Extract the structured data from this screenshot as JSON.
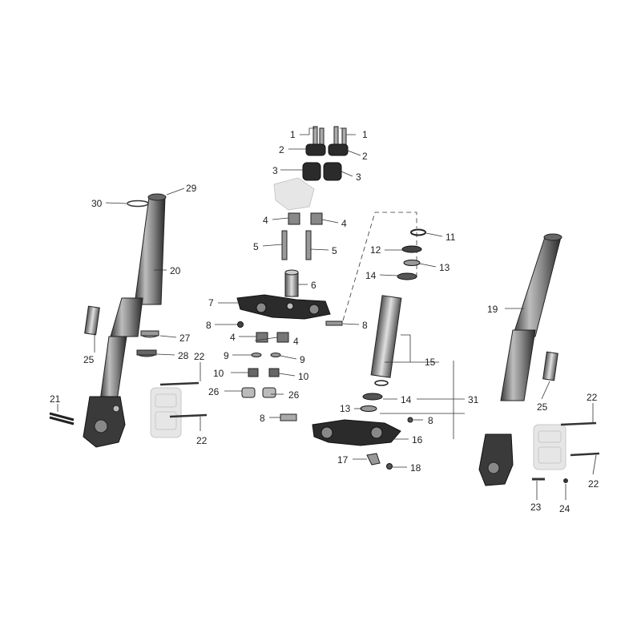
{
  "callouts": {
    "c1": "1",
    "c2": "2",
    "c3": "3",
    "c4": "4",
    "c5": "5",
    "c6": "6",
    "c7": "7",
    "c8": "8",
    "c9": "9",
    "c10": "10",
    "c11": "11",
    "c12": "12",
    "c13": "13",
    "c14": "14",
    "c15": "15",
    "c16": "16",
    "c17": "17",
    "c18": "18",
    "c19": "19",
    "c20": "20",
    "c21": "21",
    "c22": "22",
    "c23": "23",
    "c24": "24",
    "c25": "25",
    "c26": "26",
    "c27": "27",
    "c28": "28",
    "c29": "29",
    "c30": "30",
    "c31": "31"
  },
  "colors": {
    "part_dark": "#2b2b2b",
    "part_mid": "#8c8c8c",
    "part_light": "#d9d9d9",
    "ghost": "#e6e6e6",
    "line": "#333333"
  }
}
